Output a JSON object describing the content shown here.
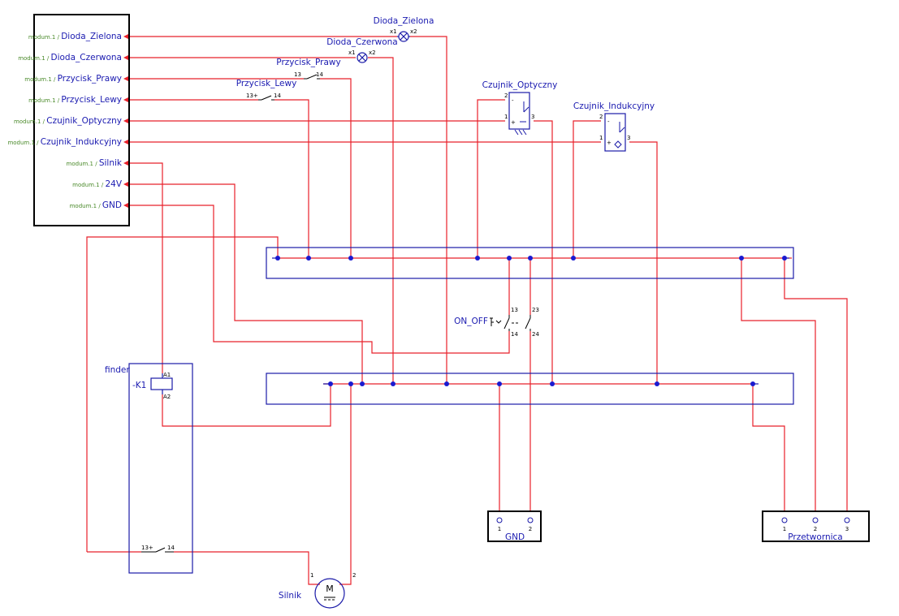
{
  "colors": {
    "wire": "#e8202a",
    "component": "#1a1aa8",
    "frame": "#000000",
    "module_prefix": "#4a8a2a"
  },
  "plc": {
    "module": "modum.1",
    "separator": "/",
    "ports": [
      "Dioda_Zielona",
      "Dioda_Czerwona",
      "Przycisk_Prawy",
      "Przycisk_Lewy",
      "Czujnik_Optyczny",
      "Czujnik_Indukcyjny",
      "Silnik",
      "24V",
      "GND"
    ]
  },
  "components": {
    "dioda_zielona": {
      "name": "Dioda_Zielona",
      "pin1": "x1",
      "pin2": "x2"
    },
    "dioda_czerwona": {
      "name": "Dioda_Czerwona",
      "pin1": "x1",
      "pin2": "x2"
    },
    "przycisk_prawy": {
      "name": "Przycisk_Prawy",
      "pin1": "13",
      "pin2": "14"
    },
    "przycisk_lewy": {
      "name": "Przycisk_Lewy",
      "pin1": "13+",
      "pin2": "14"
    },
    "czujnik_optyczny": {
      "name": "Czujnik_Optyczny",
      "pin1": "1",
      "pin2": "2",
      "pin3": "3",
      "minus": "-",
      "plus": "+"
    },
    "czujnik_indukcyjny": {
      "name": "Czujnik_Indukcyjny",
      "pin1": "1",
      "pin2": "2",
      "pin3": "3",
      "minus": "-",
      "plus": "+"
    },
    "on_off": {
      "name": "ON_OFF",
      "a1": "13",
      "a2": "14",
      "b1": "23",
      "b2": "24"
    },
    "finder": {
      "name": "finder",
      "coil": "-K1",
      "a1": "A1",
      "a2": "A2",
      "contact1": "13+",
      "contact2": "14"
    },
    "silnik": {
      "name": "Silnik",
      "symbol": "M",
      "pin1": "1",
      "pin2": "2"
    },
    "gnd": {
      "name": "GND",
      "pin1": "1",
      "pin2": "2"
    },
    "przetwornica": {
      "name": "Przetwornica",
      "pin1": "1",
      "pin2": "2",
      "pin3": "3"
    }
  }
}
